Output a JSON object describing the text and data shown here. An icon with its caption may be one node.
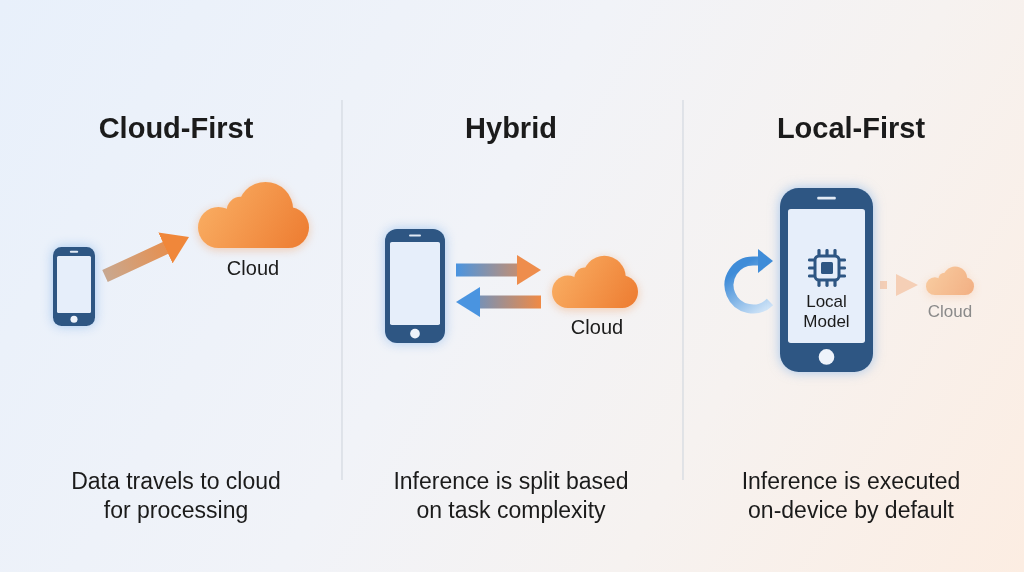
{
  "diagram": {
    "nodes": [
      {
        "text": [],
        "shape": "phone"
      },
      {
        "text": [],
        "shape": "cloud",
        "beside": [
          "Cloud"
        ]
      },
      {
        "text": [],
        "shape": "phone"
      },
      {
        "text": [],
        "shape": "cloud",
        "beside": [
          "Cloud"
        ]
      },
      {
        "text": [
          "Local Model"
        ]
      },
      {
        "text": [],
        "shape": "cloud",
        "beside": [
          "Cloud"
        ]
      }
    ],
    "edges": [
      {
        "from": 0,
        "to": 1,
        "arrow": "to"
      },
      {
        "from": 2,
        "to": 3,
        "arrow": "to"
      },
      {
        "from": 3,
        "to": 2,
        "arrow": "to"
      },
      {
        "from": 4,
        "to": 5,
        "arrow": "to",
        "style": "dashed",
        "color": "#f5cfb6"
      }
    ],
    "labels": [
      "Cloud-First",
      "Hybrid",
      "Local-First",
      "Data travels to cloud for processing",
      "Inference is split based on task complexity",
      "Inference is executed on-device by default"
    ]
  }
}
